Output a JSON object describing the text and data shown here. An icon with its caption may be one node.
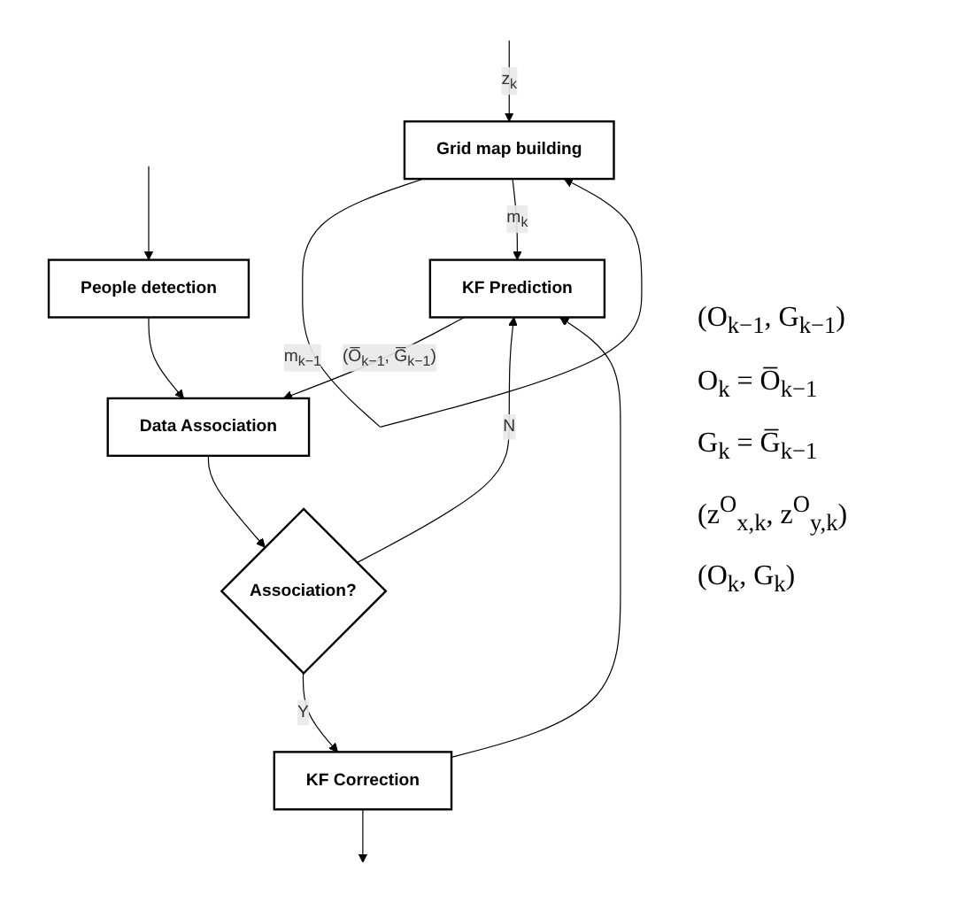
{
  "diagram": {
    "nodes": [
      {
        "text": [
          "Grid map building"
        ]
      },
      {
        "text": [
          "KF Prediction"
        ]
      },
      {
        "text": [
          "People detection"
        ]
      },
      {
        "text": [
          "Data Association"
        ]
      },
      {
        "text": [
          "Association?"
        ]
      },
      {
        "text": [
          "KF Correction"
        ]
      }
    ],
    "edges": [
      {
        "from": null,
        "to": 0,
        "arrow": "to",
        "label": "z$_{k}$"
      },
      {
        "from": null,
        "to": 2,
        "arrow": "to"
      },
      {
        "from": 0,
        "to": 0,
        "arrow": "to",
        "label": "m$_{k−1}$"
      },
      {
        "from": 0,
        "to": 1,
        "arrow": "to",
        "label": "m$_{k}$"
      },
      {
        "from": 1,
        "to": 3,
        "arrow": "to",
        "label": "(O̅$_{k−1}$, G̅$_{k−1}$)"
      },
      {
        "from": 2,
        "to": 3,
        "arrow": "to"
      },
      {
        "from": 3,
        "to": 4,
        "arrow": "to"
      },
      {
        "from": 4,
        "to": 1,
        "arrow": "to",
        "label": "N"
      },
      {
        "from": 4,
        "to": 5,
        "arrow": "to",
        "label": "Y"
      },
      {
        "from": 5,
        "to": 1,
        "arrow": "to"
      },
      {
        "from": 5,
        "to": null,
        "arrow": "to"
      }
    ],
    "labels": [
      "(O$_{k−1}$, G$_{k−1}$)",
      "O$_{k}$ = O̅$_{k−1}$",
      "G$_{k}$ = G̅$_{k−1}$",
      "(z$^{O}$$_{x,k}$, z$^{O}$$_{y,k}$)",
      "(O$_{k}$, G$_{k}$)"
    ]
  }
}
